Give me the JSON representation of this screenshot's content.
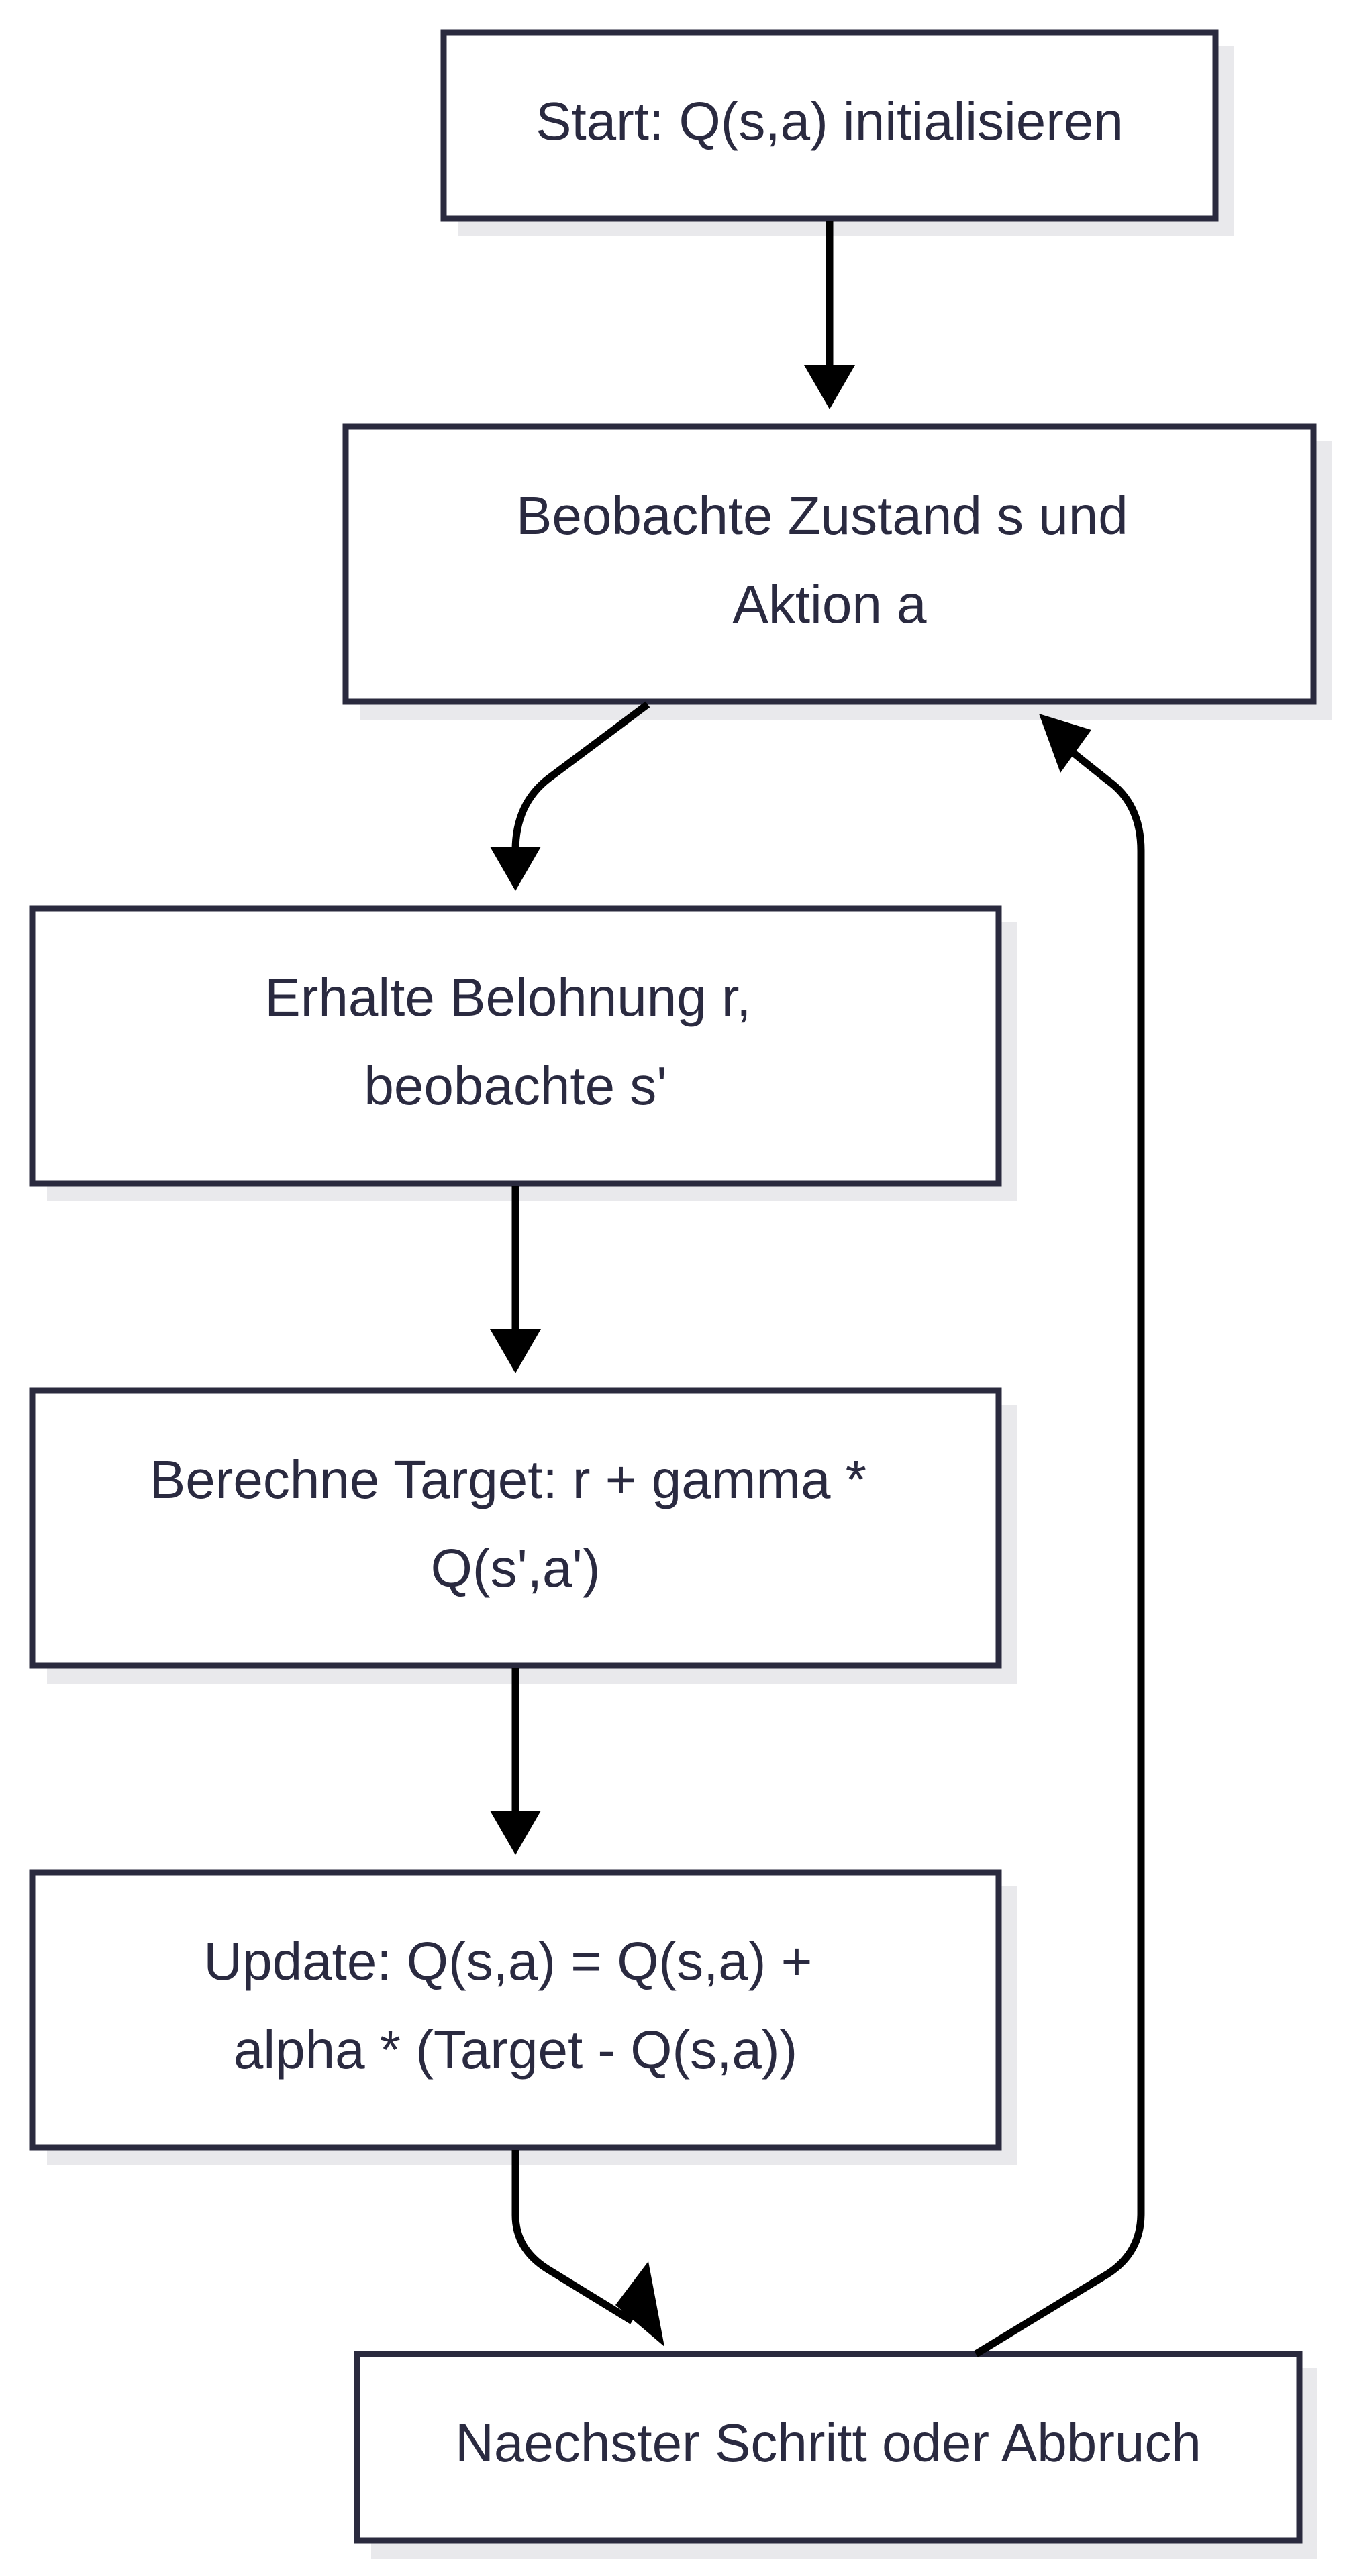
{
  "nodes": {
    "start": {
      "lines": [
        "Start: Q(s,a) initialisieren"
      ]
    },
    "observe": {
      "lines": [
        "Beobachte Zustand s und",
        "Aktion a"
      ]
    },
    "reward": {
      "lines": [
        "Erhalte Belohnung r,",
        "beobachte s'"
      ]
    },
    "target": {
      "lines": [
        "Berechne Target: r + gamma *",
        "Q(s',a')"
      ]
    },
    "update": {
      "lines": [
        "Update: Q(s,a) = Q(s,a) +",
        "alpha * (Target - Q(s,a))"
      ]
    },
    "next": {
      "lines": [
        "Naechster Schritt oder Abbruch"
      ]
    }
  },
  "edges": [
    {
      "from": "start",
      "to": "observe"
    },
    {
      "from": "observe",
      "to": "reward"
    },
    {
      "from": "reward",
      "to": "target"
    },
    {
      "from": "target",
      "to": "update"
    },
    {
      "from": "update",
      "to": "next"
    },
    {
      "from": "next",
      "to": "observe"
    }
  ],
  "colors": {
    "node_border": "#2a2a3e",
    "node_text": "#2a2a40",
    "arrow": "#000000",
    "shadow": "#e9e9ec"
  }
}
